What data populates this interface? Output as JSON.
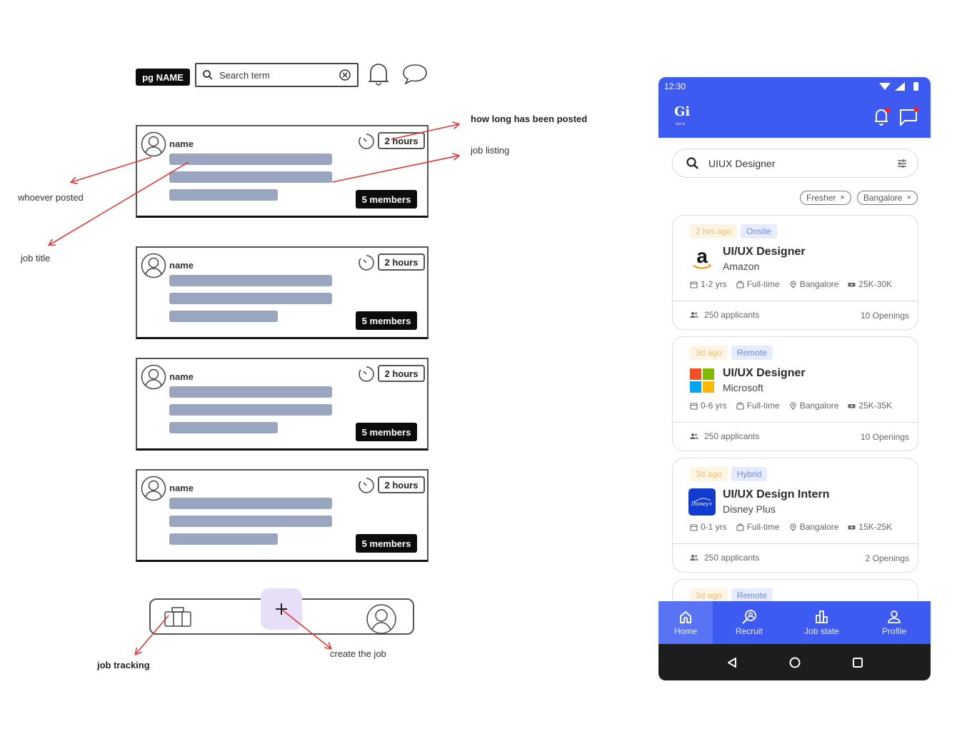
{
  "wireframe": {
    "logo_label": "pg NAME",
    "search": {
      "placeholder": "Search term"
    },
    "cards": [
      {
        "name": "name",
        "time": "2 hours",
        "members": "5 members"
      },
      {
        "name": "name",
        "time": "2 hours",
        "members": "5 members"
      },
      {
        "name": "name",
        "time": "2 hours",
        "members": "5 members"
      },
      {
        "name": "name",
        "time": "2 hours",
        "members": "5 members"
      }
    ],
    "nav": {
      "fab_symbol": "+"
    }
  },
  "annotations": {
    "how_long_posted": "how long has been posted",
    "job_listing": "job listing",
    "whoever_posted": "whoever posted",
    "job_title": "job title",
    "job_tracking": "job tracking",
    "create_job": "create the job"
  },
  "annotation_color": "#e03a3a",
  "phone": {
    "status_time": "12:30",
    "brand": "Gi",
    "brand_sub": "Get in",
    "accent_color": "#3d5af1",
    "search": {
      "value": "UIUX Designer"
    },
    "filters": [
      {
        "label": "Fresher",
        "remove": "×"
      },
      {
        "label": "Bangalore",
        "remove": "×"
      }
    ],
    "jobs": [
      {
        "posted": "2 hrs ago",
        "mode": "Onsite",
        "title": "UI/UX Designer",
        "company": "Amazon",
        "experience": "1-2 yrs",
        "type": "Full-time",
        "location": "Bangalore",
        "salary": "25K-30K",
        "applicants": "250 applicants",
        "openings": "10 Openings"
      },
      {
        "posted": "3d ago",
        "mode": "Remote",
        "title": "UI/UX Designer",
        "company": "Microsoft",
        "experience": "0-6 yrs",
        "type": "Full-time",
        "location": "Bangalore",
        "salary": "25K-35K",
        "applicants": "250 applicants",
        "openings": "10 Openings"
      },
      {
        "posted": "3d ago",
        "mode": "Hybrid",
        "title": "UI/UX Design Intern",
        "company": "Disney Plus",
        "experience": "0-1 yrs",
        "type": "Full-time",
        "location": "Bangalore",
        "salary": "15K-25K",
        "applicants": "250 applicants",
        "openings": "2 Openings"
      },
      {
        "posted": "3d ago",
        "mode": "Remote"
      }
    ],
    "nav": [
      {
        "label": "Home",
        "icon": "home-icon",
        "active": true
      },
      {
        "label": "Recruit",
        "icon": "recruit-icon"
      },
      {
        "label": "Job state",
        "icon": "chart-icon"
      },
      {
        "label": "Profile",
        "icon": "profile-icon"
      }
    ]
  }
}
